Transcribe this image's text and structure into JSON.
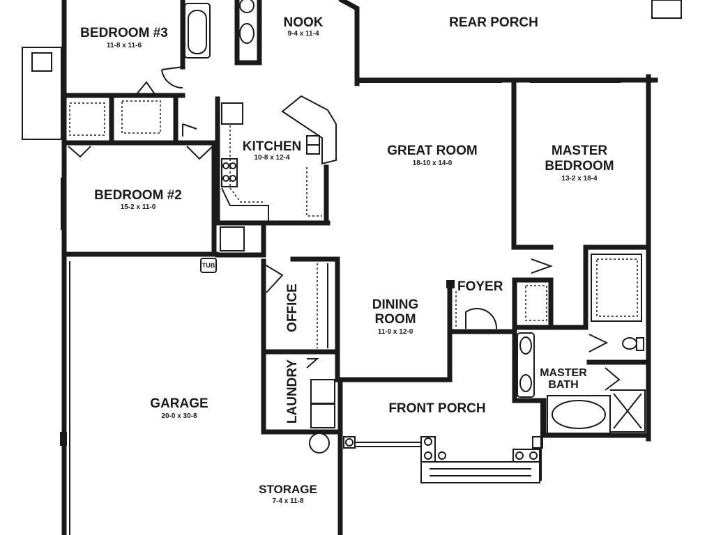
{
  "rooms": {
    "bedroom3": {
      "name": "BEDROOM #3",
      "dims": "11-8 x 11-6"
    },
    "nook": {
      "name": "NOOK",
      "dims": "9-4 x 11-4"
    },
    "rear_porch": {
      "name": "REAR PORCH"
    },
    "kitchen": {
      "name": "KITCHEN",
      "dims": "10-8 x 12-4"
    },
    "great_room": {
      "name": "GREAT ROOM",
      "dims": "18-10 x 14-0"
    },
    "master_bedroom": {
      "name_line1": "MASTER",
      "name_line2": "BEDROOM",
      "dims": "13-2 x 18-4"
    },
    "bedroom2": {
      "name": "BEDROOM #2",
      "dims": "15-2 x 11-0"
    },
    "foyer": {
      "name": "FOYER"
    },
    "dining_room": {
      "name_line1": "DINING",
      "name_line2": "ROOM",
      "dims": "11-0 x 12-0"
    },
    "office": {
      "name": "OFFICE"
    },
    "laundry": {
      "name": "LAUNDRY"
    },
    "master_bath": {
      "name_line1": "MASTER",
      "name_line2": "BATH"
    },
    "garage": {
      "name": "GARAGE",
      "dims": "20-0 x 30-8"
    },
    "front_porch": {
      "name": "FRONT PORCH"
    },
    "storage": {
      "name": "STORAGE",
      "dims": "7-4 x 11-8"
    }
  },
  "fixtures": {
    "tub_label": "TUB"
  }
}
